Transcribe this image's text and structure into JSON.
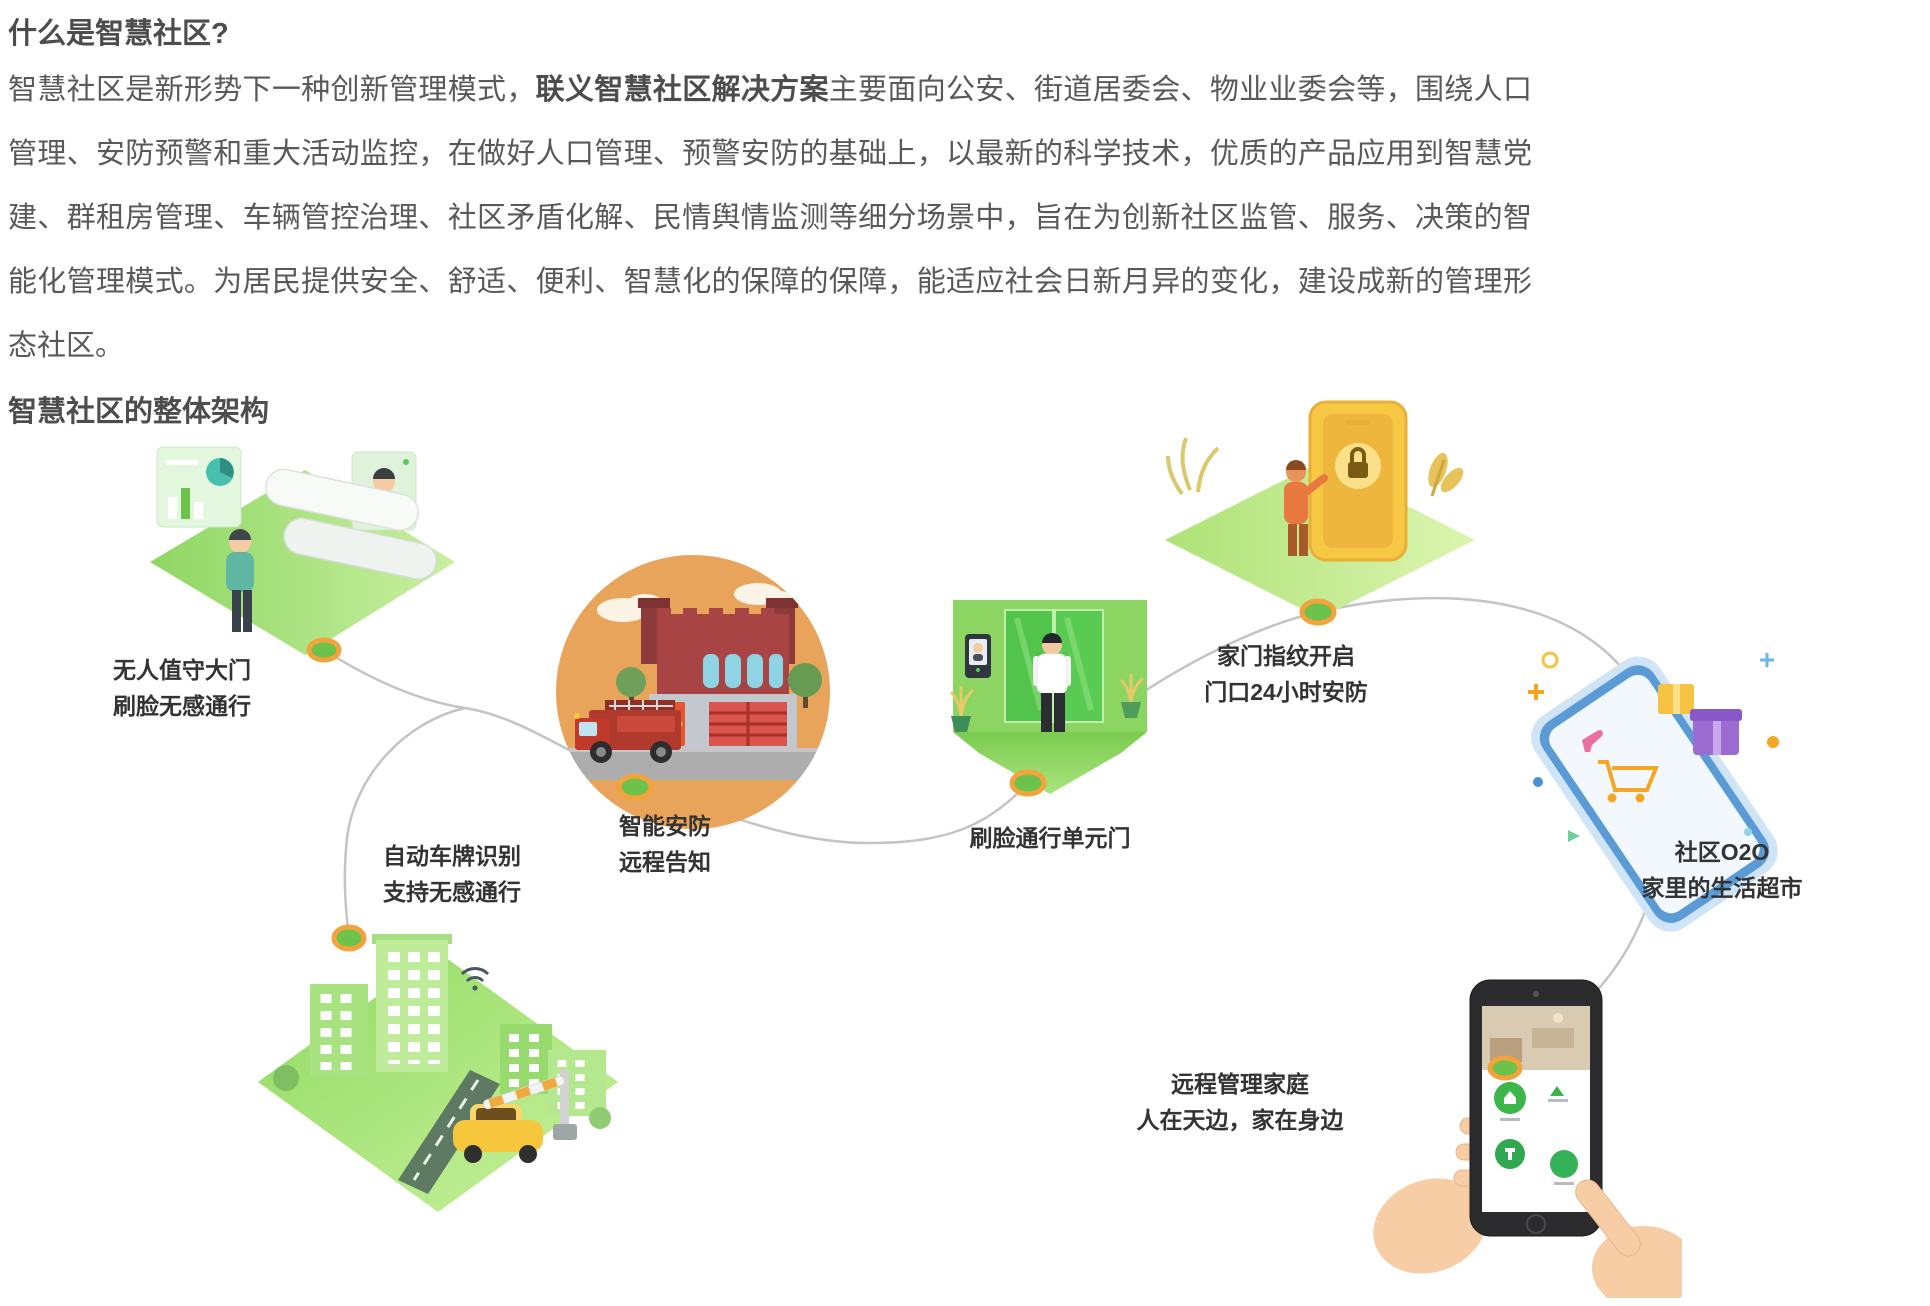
{
  "article": {
    "heading1": "什么是智慧社区?",
    "paragraph": {
      "part1": "智慧社区是新形势下一种创新管理模式，",
      "bold": "联义智慧社区解决方案",
      "part2": "主要面向公安、街道居委会、物业业委会等，围绕人口管理、安防预警和重大活动监控，在做好人口管理、预警安防的基础上，以最新的科学技术，优质的产品应用到智慧党建、群租房管理、车辆管控治理、社区矛盾化解、民情舆情监测等细分场景中，旨在为创新社区监管、服务、决策的智能化管理模式。为居民提供安全、舒适、便利、智慧化的保障的保障，能适应社会日新月异的变化，建设成新的管理形态社区。"
    },
    "heading2": "智慧社区的整体架构"
  },
  "diagram": {
    "nodes": [
      {
        "id": "gate",
        "icon": "turnstile-gate-icon",
        "label_line1": "无人值守大门",
        "label_line2": "刷脸无感通行"
      },
      {
        "id": "security",
        "icon": "fire-station-icon",
        "label_line1": "智能安防",
        "label_line2": "远程告知"
      },
      {
        "id": "parking",
        "icon": "license-plate-car-icon",
        "label_line1": "自动车牌识别",
        "label_line2": "支持无感通行"
      },
      {
        "id": "unit-door",
        "icon": "unit-door-icon",
        "label_line1": "刷脸通行单元门",
        "label_line2": ""
      },
      {
        "id": "fingerprint",
        "icon": "fingerprint-lock-icon",
        "label_line1": "家门指纹开启",
        "label_line2": "门口24小时安防"
      },
      {
        "id": "o2o",
        "icon": "shopping-phone-icon",
        "label_line1": "社区O2O",
        "label_line2": "家里的生活超市"
      },
      {
        "id": "remote",
        "icon": "remote-home-phone-icon",
        "label_line1": "远程管理家庭",
        "label_line2": "人在天边，家在身边"
      }
    ],
    "colors": {
      "platform_green": "#7FCB52",
      "platform_green_light": "#C9EFA0",
      "node_fill": "#6CC24A",
      "node_ring": "#F2A33C",
      "connector_line": "#C4C4C4",
      "circle_background": "#E9A45B",
      "building_red": "#C94A4A",
      "phone_blue": "#5B9BD5",
      "door_gold": "#F6C844",
      "car_yellow": "#F6C63C",
      "skin": "#F4CBA3",
      "heading_text": "#4D4D4D",
      "body_text": "#595959",
      "label_text": "#333333"
    }
  }
}
